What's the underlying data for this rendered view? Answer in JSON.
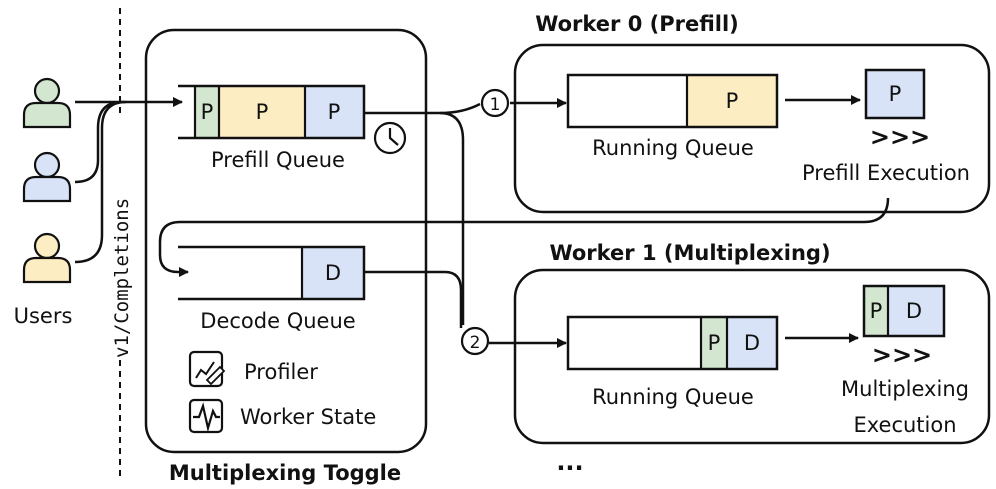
{
  "users": {
    "label": "Users"
  },
  "endpoint": {
    "label": "v1/Completions"
  },
  "toggle": {
    "title": "Multiplexing Toggle",
    "prefill_queue": {
      "label": "Prefill Queue",
      "slots": [
        "P",
        "P",
        "P"
      ]
    },
    "decode_queue": {
      "label": "Decode Queue",
      "slots": [
        "D"
      ]
    },
    "profiler": {
      "label": "Profiler"
    },
    "worker_state": {
      "label": "Worker State"
    }
  },
  "worker0": {
    "title": "Worker 0 (Prefill)",
    "running_queue": {
      "label": "Running Queue",
      "slots": [
        "P"
      ]
    },
    "execution": {
      "token": "P",
      "arrows": ">>>",
      "label": "Prefill Execution"
    }
  },
  "worker1": {
    "title": "Worker 1 (Multiplexing)",
    "running_queue": {
      "label": "Running Queue",
      "slots": [
        "P",
        "D"
      ]
    },
    "execution": {
      "tokens": [
        "P",
        "D"
      ],
      "arrows": ">>>",
      "label_line1": "Multiplexing",
      "label_line2": "Execution"
    }
  },
  "markers": {
    "one": "1",
    "two": "2"
  },
  "ellipsis": "...",
  "colors": {
    "green": "#d3e6cf",
    "yellow": "#fdedc3",
    "blue": "#d8e3f7",
    "stroke": "#111111"
  }
}
